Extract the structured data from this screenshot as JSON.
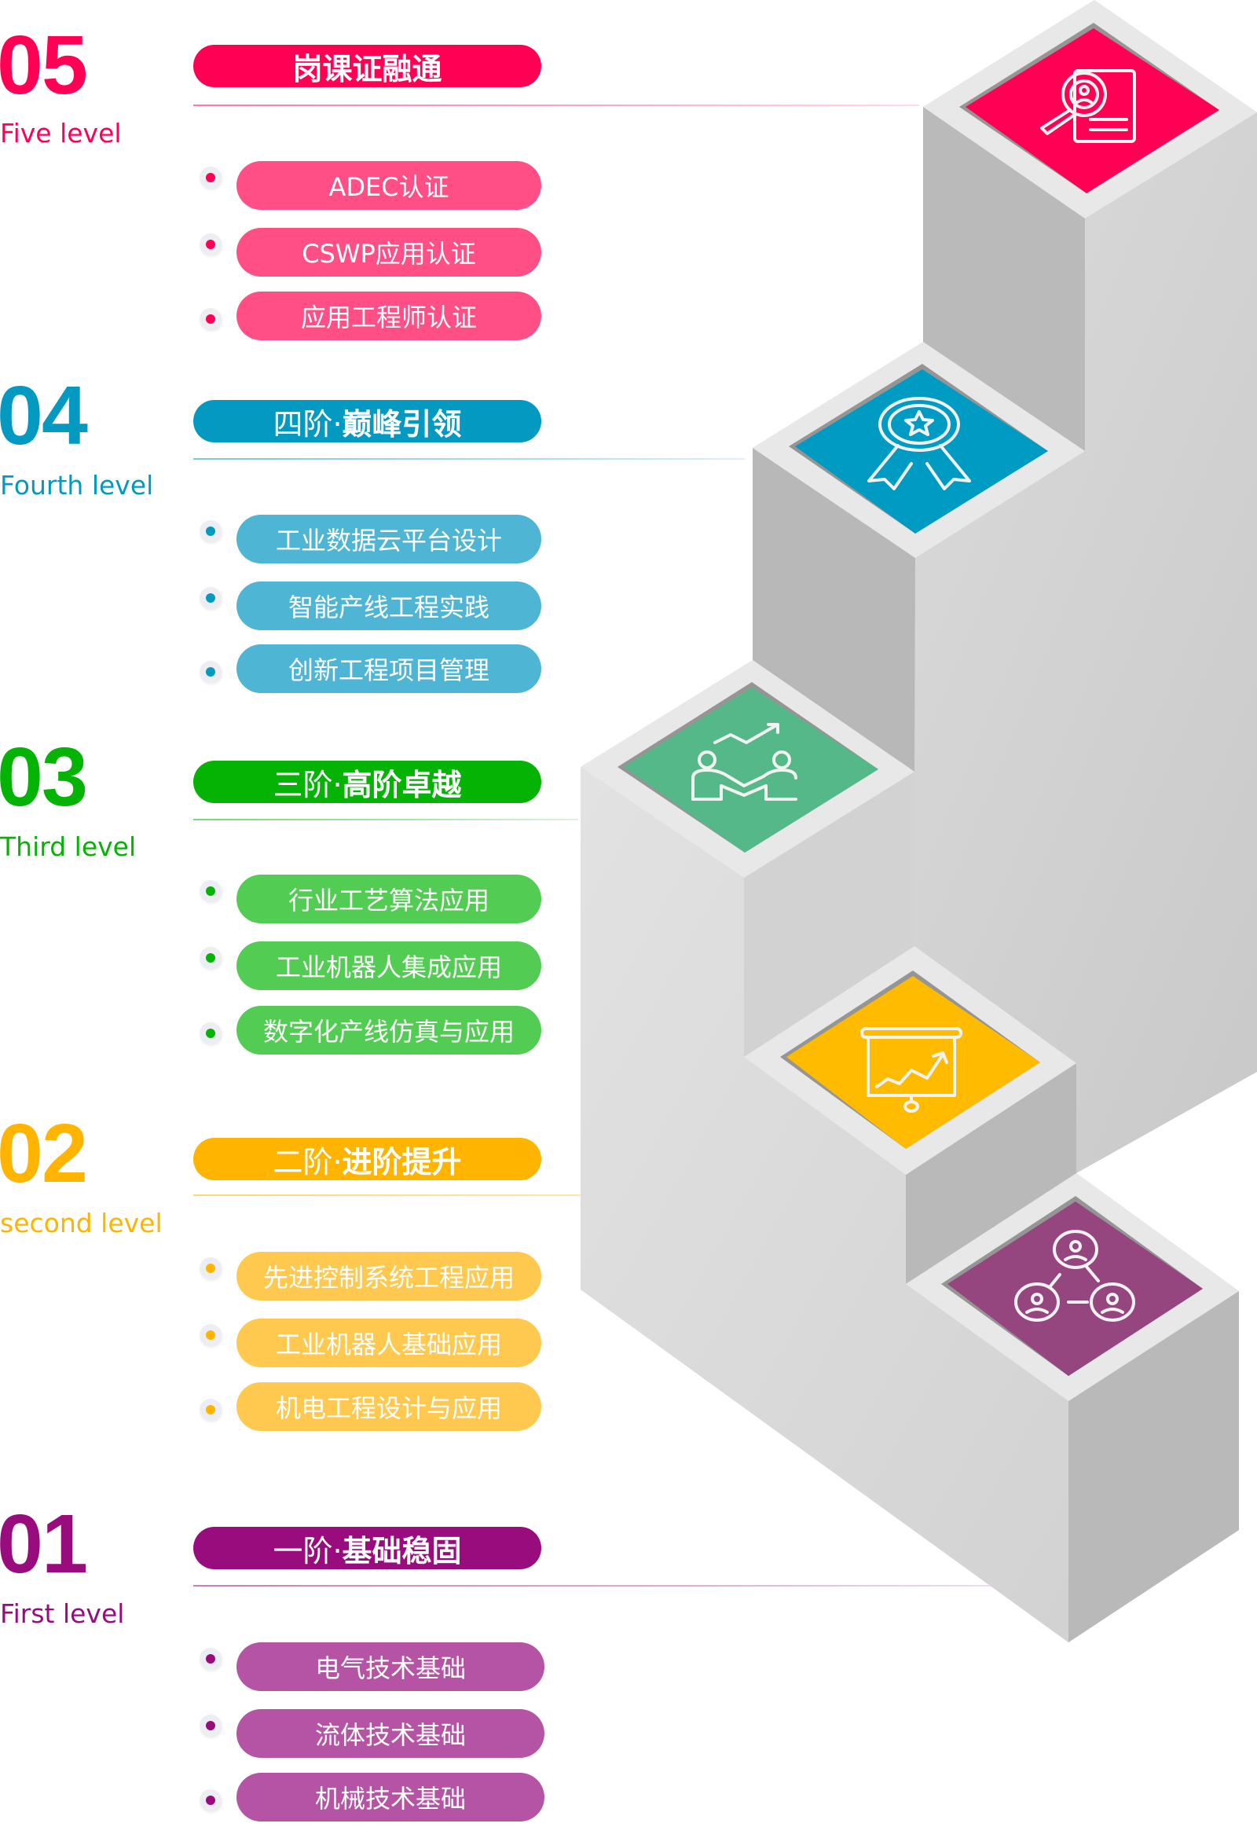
{
  "levels": [
    {
      "number": "05",
      "label": "Five level",
      "title_prefix": "",
      "title_main": "岗课证融通",
      "color": "#ff0055",
      "item_color": "#ff4f86",
      "icon": "certificate-search-icon",
      "items": [
        "ADEC认证",
        "CSWP应用认证",
        "应用工程师认证"
      ]
    },
    {
      "number": "04",
      "label": "Fourth level",
      "title_prefix": "四阶·",
      "title_main": "巅峰引领",
      "color": "#0399c1",
      "item_color": "#4fb5d4",
      "icon": "award-ribbon-icon",
      "items": [
        "工业数据云平台设计",
        "智能产线工程实践",
        "创新工程项目管理"
      ]
    },
    {
      "number": "03",
      "label": "Third level",
      "title_prefix": "三阶·",
      "title_main": "高阶卓越",
      "color": "#05b305",
      "item_color": "#52cc52",
      "icon": "handshake-growth-icon",
      "items": [
        "行业工艺算法应用",
        "工业机器人集成应用",
        "数字化产线仿真与应用"
      ]
    },
    {
      "number": "02",
      "label": "second level",
      "title_prefix": "二阶·",
      "title_main": "进阶提升",
      "color": "#ffb400",
      "item_color": "#ffc94f",
      "icon": "presentation-chart-icon",
      "items": [
        "先进控制系统工程应用",
        "工业机器人基础应用",
        "机电工程设计与应用"
      ]
    },
    {
      "number": "01",
      "label": "First level",
      "title_prefix": "一阶·",
      "title_main": "基础稳固",
      "color": "#980c7e",
      "item_color": "#b554a5",
      "icon": "people-network-icon",
      "items": [
        "电气技术基础",
        "流体技术基础",
        "机械技术基础"
      ]
    }
  ],
  "step_colors": [
    "#ff0055",
    "#009bc2",
    "#55b888",
    "#ffbb00",
    "#96467f"
  ]
}
